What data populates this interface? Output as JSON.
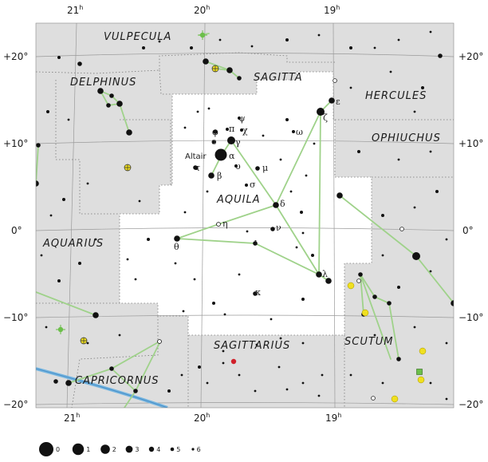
{
  "colors": {
    "outside": "#dedede",
    "aquila": "#ffffff",
    "grid": "#9a9a9a",
    "stick": "#9fd28a",
    "ecliptic": "#76b6e0",
    "star": "#111111",
    "nebula": "#f0e020",
    "redstar": "#d0202a"
  },
  "ra_labels": [
    {
      "hour": "21",
      "sup": "h"
    },
    {
      "hour": "20",
      "sup": "h"
    },
    {
      "hour": "19",
      "sup": "h"
    }
  ],
  "dec_labels": [
    "+20°",
    "+10°",
    "0°",
    "−10°",
    "−20°"
  ],
  "constellations": [
    "VULPECULA",
    "SAGITTA",
    "DELPHINUS",
    "HERCULES",
    "OPHIUCHUS",
    "AQUILA",
    "AQUARIUS",
    "SCUTUM",
    "SAGITTARIUS",
    "CAPRICORNUS"
  ],
  "star_names": [
    "Altair"
  ],
  "greek_letters": [
    "ε",
    "ζ",
    "ψ",
    "φ",
    "π",
    "χ",
    "ο",
    "γ",
    "ω",
    "α",
    "τ",
    "β",
    "υ",
    "μ",
    "σ",
    "δ",
    "η",
    "θ",
    "ι",
    "ν",
    "λ",
    "κ"
  ],
  "legend": {
    "magnitudes": [
      "0",
      "1",
      "2",
      "3",
      "4",
      "5",
      "6"
    ]
  }
}
